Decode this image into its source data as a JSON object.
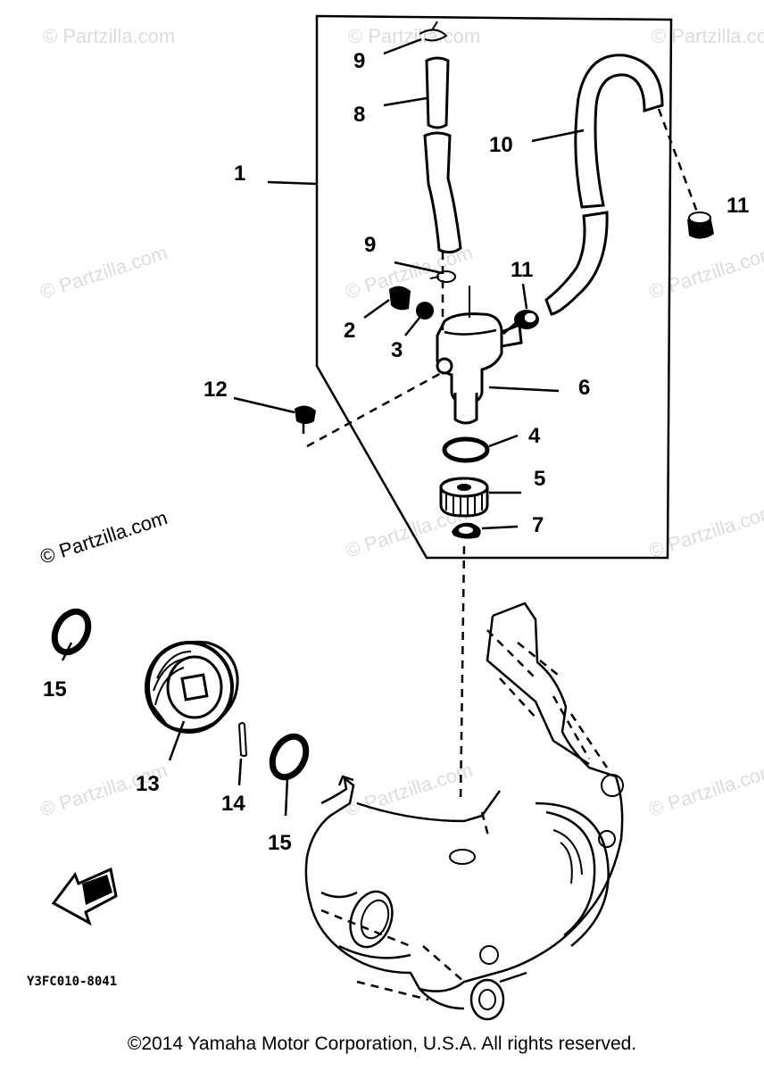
{
  "watermark": "© Partzilla.com",
  "diagram_code": "Y3FC010-8041",
  "copyright": "©2014  Yamaha Motor Corporation, U.S.A. All rights reserved.",
  "callouts": {
    "c1": "1",
    "c2": "2",
    "c3": "3",
    "c4": "4",
    "c5": "5",
    "c6": "6",
    "c7": "7",
    "c8": "8",
    "c9a": "9",
    "c9b": "9",
    "c10": "10",
    "c11a": "11",
    "c11b": "11",
    "c12": "12",
    "c13": "13",
    "c14": "14",
    "c15a": "15",
    "c15b": "15"
  }
}
